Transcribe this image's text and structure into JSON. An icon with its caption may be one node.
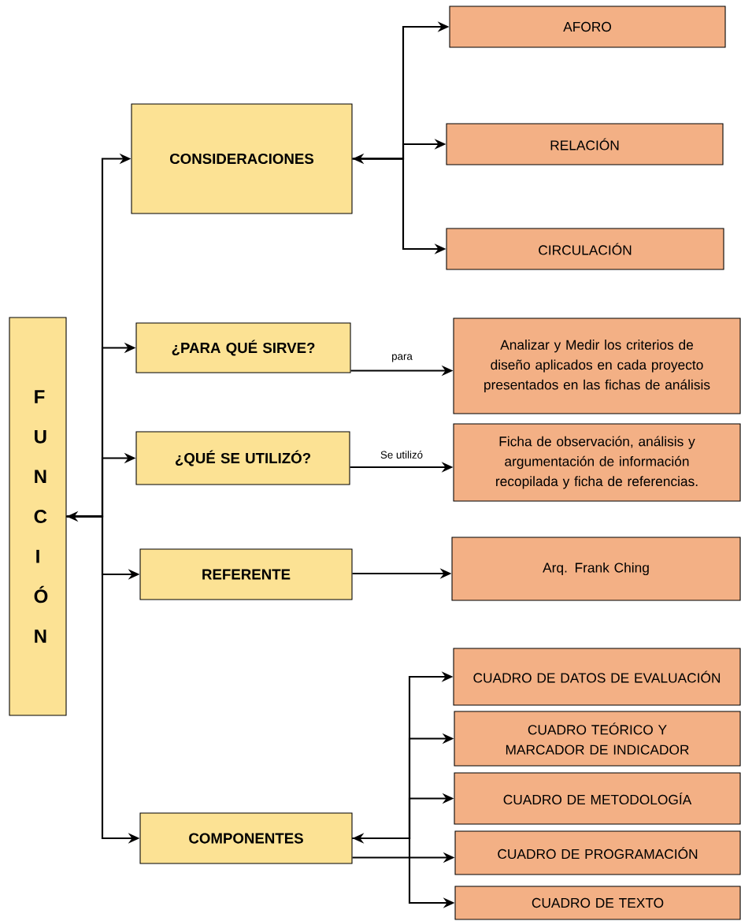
{
  "diagram": {
    "nodes": [
      {
        "text": [
          "F U N C I Ó N"
        ]
      },
      {
        "text": [
          "CONSIDERACIONES"
        ]
      },
      {
        "text": [
          "AFORO"
        ]
      },
      {
        "text": [
          "RELACIÓN"
        ]
      },
      {
        "text": [
          "CIRCULACIÓN"
        ]
      },
      {
        "text": [
          "¿PARA QUÉ SIRVE?"
        ]
      },
      {
        "text": [
          "Analizar y Medir los criterios de diseño aplicados en cada proyecto presentados en las fichas de análisis"
        ]
      },
      {
        "text": [
          "¿QUÉ SE UTILIZÓ?"
        ]
      },
      {
        "text": [
          "Ficha de observación, análisis y argumentación de información recopilada y ficha de referencias."
        ]
      },
      {
        "text": [
          "REFERENTE"
        ]
      },
      {
        "text": [
          "Arq. Frank Ching"
        ]
      },
      {
        "text": [
          "COMPONENTES"
        ]
      },
      {
        "text": [
          "CUADRO DE DATOS DE EVALUACIÓN"
        ]
      },
      {
        "text": [
          "CUADRO TEÓRICO Y MARCADOR DE INDICADOR"
        ]
      },
      {
        "text": [
          "CUADRO DE METODOLOGÍA"
        ]
      },
      {
        "text": [
          "CUADRO DE PROGRAMACIÓN"
        ]
      },
      {
        "text": [
          "CUADRO DE TEXTO"
        ]
      }
    ],
    "edges": [
      {
        "from": 0,
        "to": 1,
        "arrow": "to"
      },
      {
        "from": 0,
        "to": 5,
        "arrow": "to"
      },
      {
        "from": 0,
        "to": 7,
        "arrow": "to"
      },
      {
        "from": 0,
        "to": 9,
        "arrow": "both"
      },
      {
        "from": 0,
        "to": 11,
        "arrow": "to"
      },
      {
        "from": 1,
        "to": 2,
        "arrow": "to"
      },
      {
        "from": 1,
        "to": 3,
        "arrow": "both"
      },
      {
        "from": 1,
        "to": 4,
        "arrow": "to"
      },
      {
        "from": 5,
        "to": 6,
        "arrow": "to",
        "label": "para"
      },
      {
        "from": 7,
        "to": 8,
        "arrow": "to",
        "label": "Se utilizó"
      },
      {
        "from": 9,
        "to": 10,
        "arrow": "to"
      },
      {
        "from": 11,
        "to": 12,
        "arrow": "to"
      },
      {
        "from": 11,
        "to": 13,
        "arrow": "to"
      },
      {
        "from": 11,
        "to": 14,
        "arrow": "both"
      },
      {
        "from": 11,
        "to": 15,
        "arrow": "to"
      },
      {
        "from": 11,
        "to": 16,
        "arrow": "to"
      }
    ]
  }
}
